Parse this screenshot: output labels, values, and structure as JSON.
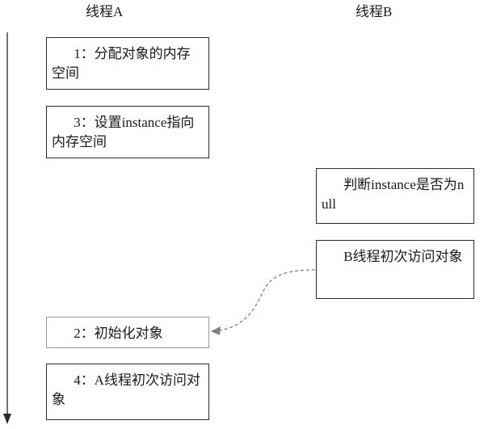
{
  "headers": {
    "thread_a": "线程A",
    "thread_b": "线程B"
  },
  "thread_a_steps": [
    "1：分配对象的内存空间",
    "3：设置instance指向内存空间",
    "2：初始化对象",
    "4：A线程初次访问对象"
  ],
  "thread_b_steps": [
    "判断instance是否为null",
    "B线程初次访问对象"
  ],
  "colors": {
    "line": "#2b2b2b",
    "dashed_arrow": "#808080",
    "faded_border": "#9a9a9a"
  }
}
